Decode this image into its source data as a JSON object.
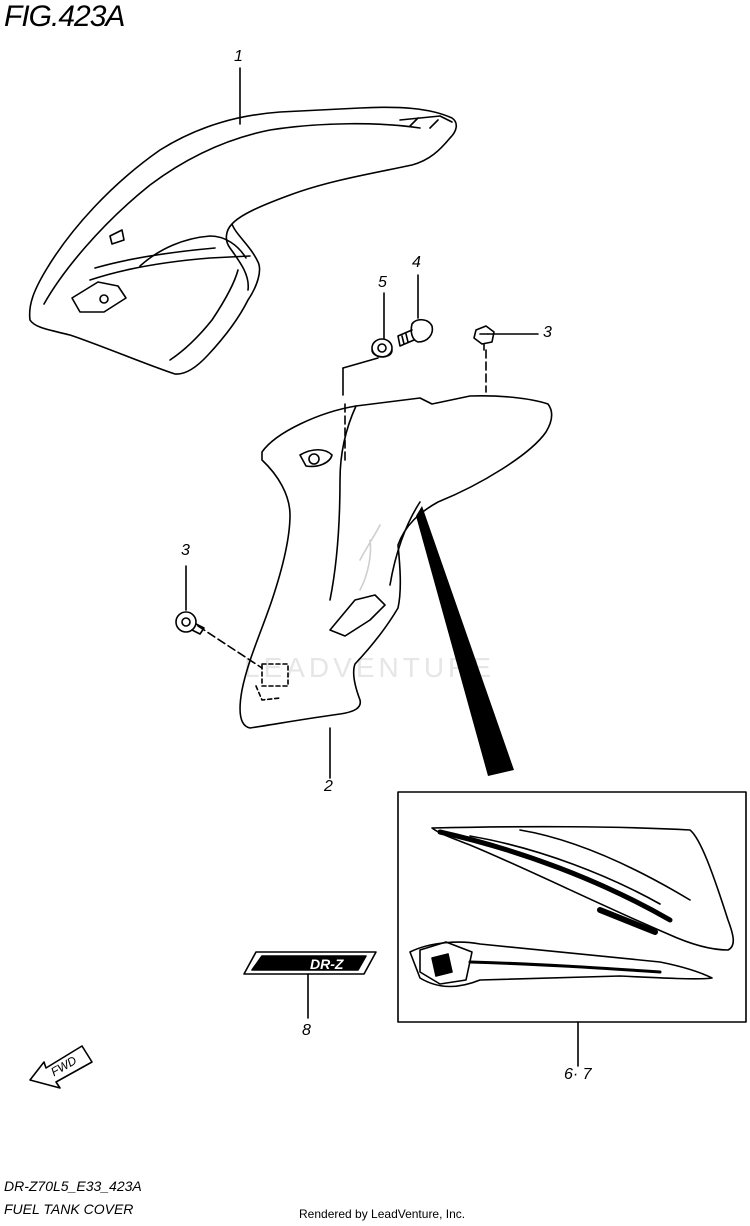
{
  "figure": {
    "title": "FIG.423A",
    "model_code": "DR-Z70L5_E33_423A",
    "caption": "FUEL TANK COVER",
    "credit": "Rendered by LeadVenture, Inc.",
    "watermark": "LEADVENTURE"
  },
  "callouts": {
    "part_1": "1",
    "part_2": "2",
    "part_3_top": "3",
    "part_3_left": "3",
    "part_4": "4",
    "part_5": "5",
    "part_6_7": "6· 7",
    "part_8": "8"
  },
  "emblem": {
    "text": "DR-Z"
  },
  "direction_arrow": {
    "text": "FWD"
  },
  "colors": {
    "line": "#000000",
    "background": "#ffffff",
    "watermark": "#e6e6e6"
  }
}
